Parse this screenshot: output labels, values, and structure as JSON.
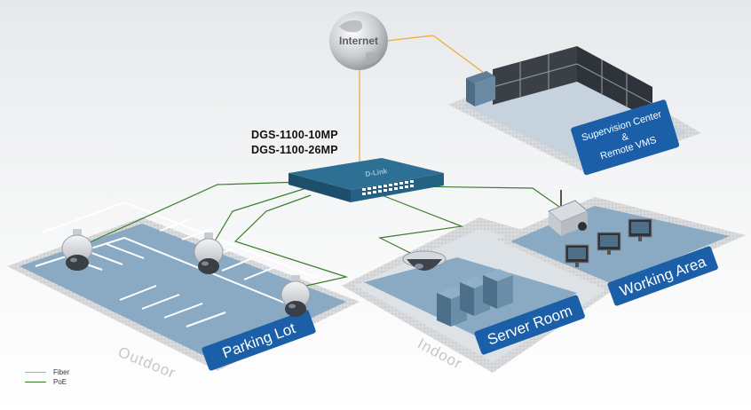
{
  "internet": {
    "label": "Internet"
  },
  "switch": {
    "models": [
      "DGS-1100-10MP",
      "DGS-1100-26MP"
    ],
    "brand": "D-Link"
  },
  "supervision": {
    "line1": "Supervision Center",
    "line2": "&",
    "line3": "Remote VMS"
  },
  "zones": {
    "parking_lot": "Parking Lot",
    "server_room": "Server Room",
    "working_area": "Working Area",
    "outdoor": "Outdoor",
    "indoor": "Indoor"
  },
  "legend": [
    {
      "label": "Fiber",
      "color": "#f0a830"
    },
    {
      "label": "PoE",
      "color": "#3a7d2a"
    }
  ],
  "colors": {
    "fiber": "#f0a830",
    "poe": "#3a7d2a",
    "label_blue": "#1b5fa8",
    "zone_floor": "#8aa9c2"
  }
}
